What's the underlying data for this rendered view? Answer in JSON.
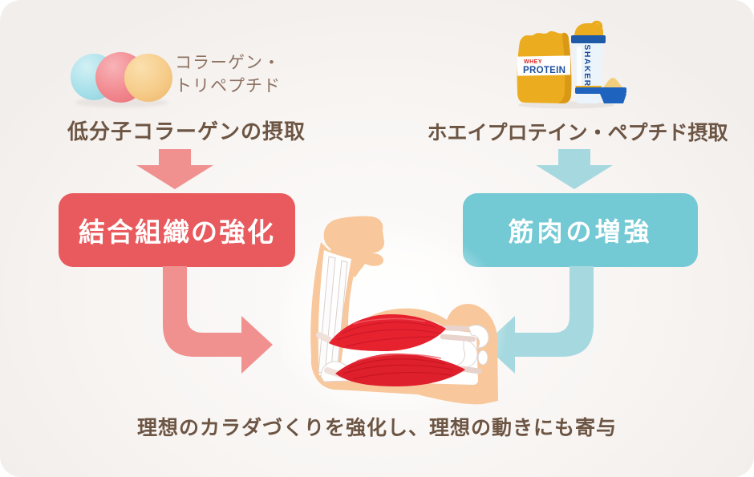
{
  "colors": {
    "card_bg": "#f7f4f2",
    "text_dark_brown": "#6d5544",
    "text_light_brown": "#8d7262",
    "left_accent": "#e85a5d",
    "left_arrow": "#f0908f",
    "right_accent": "#73c9d4",
    "right_arrow": "#a5d9df",
    "ball_cyan": "#a8e0e9",
    "ball_pink": "#f1898f",
    "ball_orange": "#f6cc8a",
    "muscle_red": "#e6222f",
    "skin": "#f8c89c"
  },
  "icons": {
    "left_product": "collagen-balls-icon",
    "right_product": "protein-bag-shaker-icon",
    "flow_arrow": "down-arrow-icon",
    "merge_arrow": "curved-arrow-icon",
    "center": "arm-muscle-icon"
  },
  "left_flow": {
    "product_name": "コラーゲン・\nトリペプチド",
    "step1": "低分子コラーゲンの摂取",
    "step2": "結合組織の強化"
  },
  "right_flow": {
    "bag_text_line1": "WHEY",
    "bag_text_line2": "PROTEIN",
    "shaker_text": "SHAKER",
    "step1": "ホエイプロテイン・ペプチド摂取",
    "step2": "筋肉の増強"
  },
  "conclusion": "理想のカラダづくりを強化し、理想の動きにも寄与"
}
